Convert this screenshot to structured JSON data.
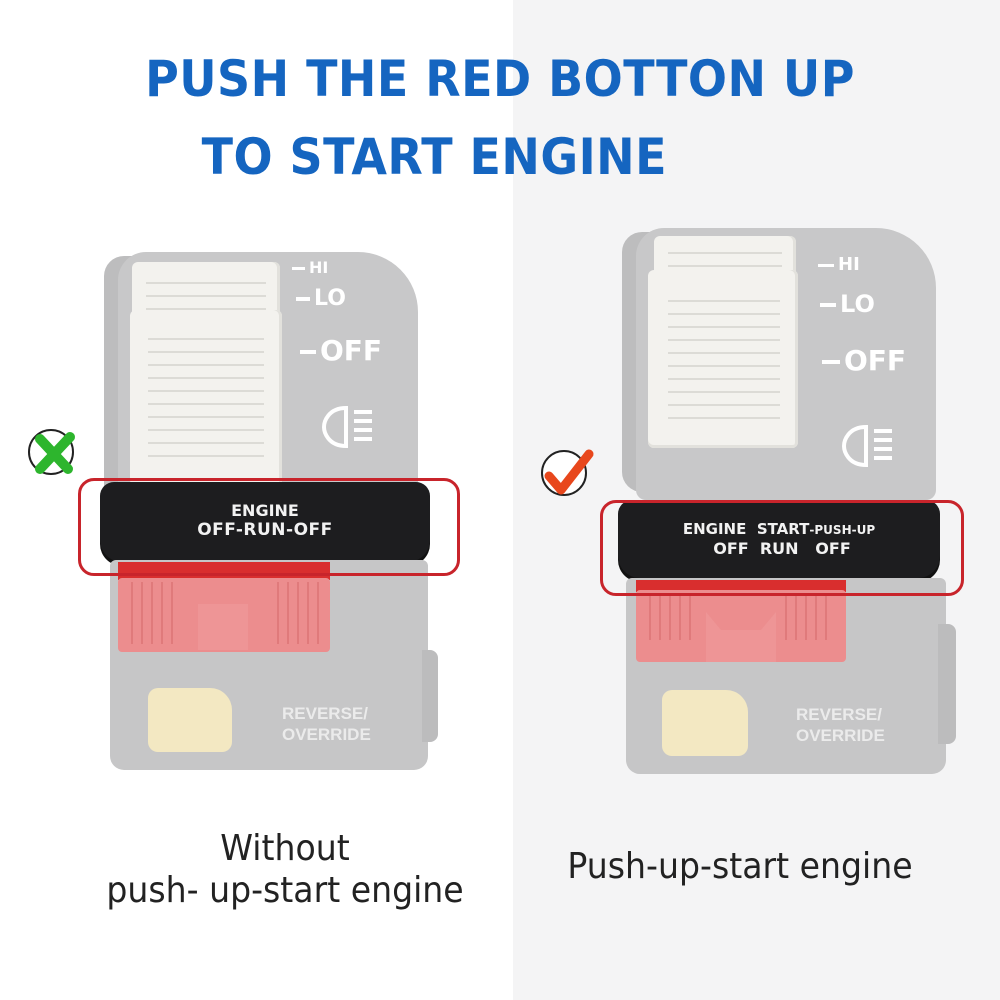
{
  "headline": {
    "line1": "PUSH THE RED BOTTON UP",
    "line2": "TO START ENGINE",
    "color": "#1565c0"
  },
  "left_panel": {
    "status_icon": "green-x-icon",
    "status_color": "#2db52d",
    "light_switch": {
      "labels": [
        "HI",
        "LO",
        "OFF"
      ],
      "icon": "headlamp-icon"
    },
    "engine_plate": {
      "line1": "ENGINE",
      "line2": "OFF-RUN-OFF"
    },
    "reverse_label_line1": "REVERSE/",
    "reverse_label_line2": "OVERRIDE",
    "caption_line1": "Without",
    "caption_line2": "push- up-start engine"
  },
  "right_panel": {
    "status_icon": "red-check-icon",
    "status_color": "#e8471c",
    "light_switch": {
      "labels": [
        "HI",
        "LO",
        "OFF"
      ],
      "icon": "headlamp-icon"
    },
    "engine_plate": {
      "line1_a": "ENGINE",
      "line1_b": "START",
      "line1_c": "-PUSH-UP",
      "line2_a": "OFF",
      "line2_b": "RUN",
      "line2_c": "OFF"
    },
    "reverse_label_line1": "REVERSE/",
    "reverse_label_line2": "OVERRIDE",
    "caption": "Push-up-start engine"
  },
  "colors": {
    "highlight_box": "#c8242b",
    "right_background": "#f4f4f5"
  }
}
